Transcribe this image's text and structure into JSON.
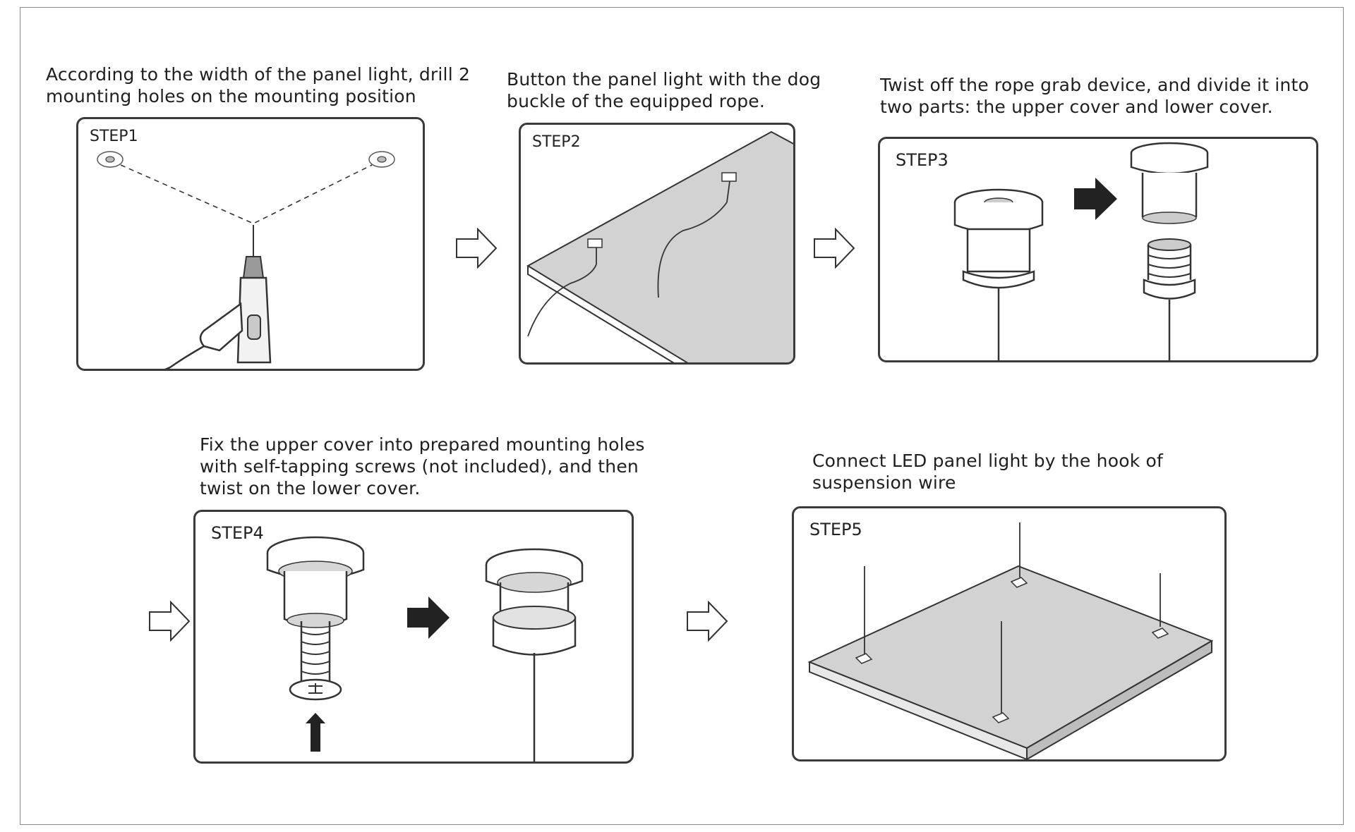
{
  "steps": [
    {
      "label": "STEP1",
      "caption": "According to the width of the panel light, drill 2\nmounting holes on the mounting position"
    },
    {
      "label": "STEP2",
      "caption": "Button the panel light with the dog\nbuckle of the equipped rope."
    },
    {
      "label": "STEP3",
      "caption": "Twist off the rope grab device, and divide it into\ntwo parts: the upper cover and lower cover."
    },
    {
      "label": "STEP4",
      "caption": "Fix the upper cover into prepared mounting holes\nwith self-tapping screws (not included), and then\ntwist on the lower cover."
    },
    {
      "label": "STEP5",
      "caption": "Connect LED panel light by the hook of\nsuspension wire"
    }
  ],
  "icons": {
    "next_step": "outline-right-arrow-icon",
    "transform": "solid-right-arrow-icon",
    "push_up": "solid-up-arrow-icon",
    "drill": "power-drill-icon",
    "hole": "mounting-hole-icon"
  },
  "colors": {
    "border": "#3a3a3a",
    "panel_fill": "#cfcfcf",
    "part_fill": "#ffffff",
    "solid_arrow": "#222222"
  }
}
